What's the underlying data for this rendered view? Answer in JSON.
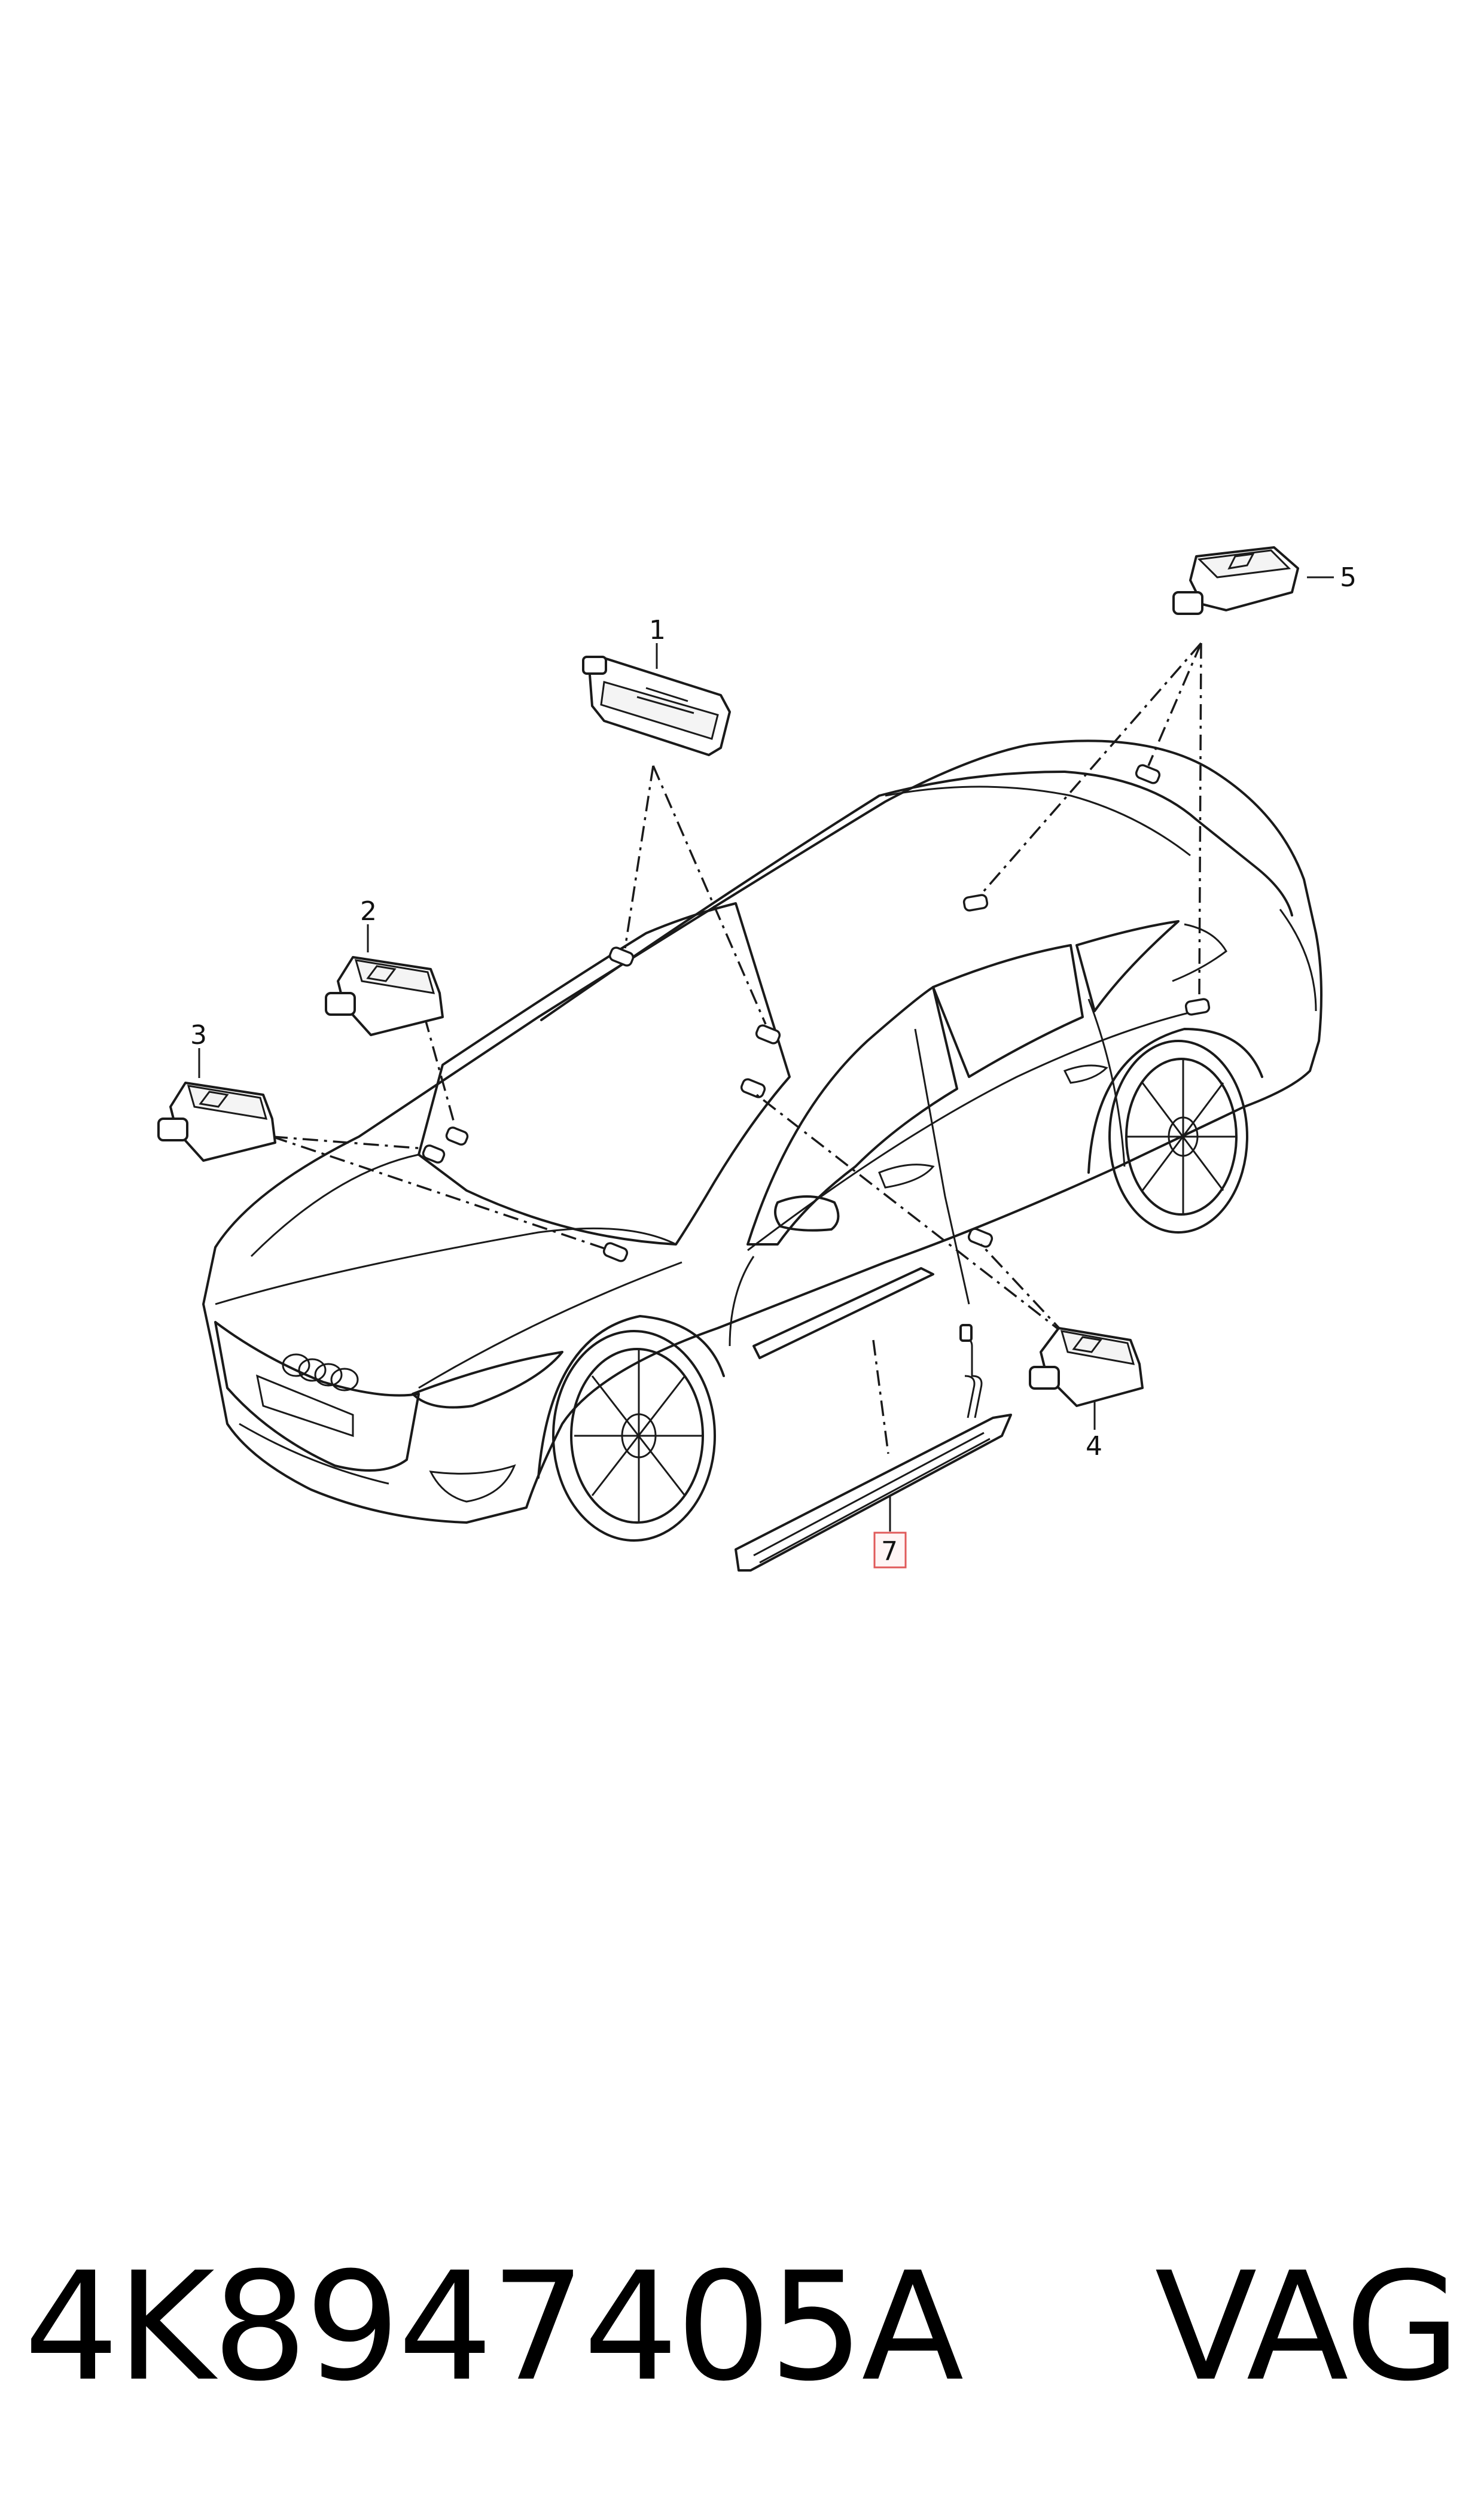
{
  "callouts": [
    {
      "id": "1",
      "label": "1"
    },
    {
      "id": "2",
      "label": "2"
    },
    {
      "id": "3",
      "label": "3"
    },
    {
      "id": "4",
      "label": "4"
    },
    {
      "id": "5",
      "label": "5"
    },
    {
      "id": "7",
      "label": "7",
      "highlighted": true
    }
  ],
  "footer": {
    "part_number": "4K8947405A",
    "brand": "VAG"
  },
  "colors": {
    "line": "#1a1a1a",
    "highlight_box": "#e05a5a",
    "background": "#ffffff"
  }
}
